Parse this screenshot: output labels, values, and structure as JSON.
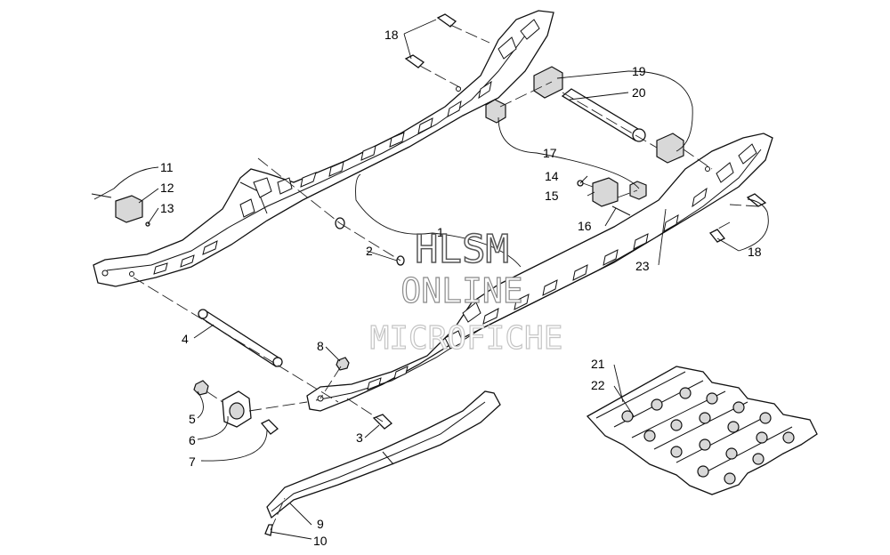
{
  "watermark": {
    "line1": "HLSM",
    "line2": "ONLINE",
    "line3": "MICROFICHE"
  },
  "callouts": [
    {
      "id": "c1",
      "text": "1"
    },
    {
      "id": "c2",
      "text": "2"
    },
    {
      "id": "c3",
      "text": "3"
    },
    {
      "id": "c4",
      "text": "4"
    },
    {
      "id": "c5",
      "text": "5"
    },
    {
      "id": "c6",
      "text": "6"
    },
    {
      "id": "c7",
      "text": "7"
    },
    {
      "id": "c8",
      "text": "8"
    },
    {
      "id": "c9",
      "text": "9"
    },
    {
      "id": "c10",
      "text": "10"
    },
    {
      "id": "c11",
      "text": "11"
    },
    {
      "id": "c12",
      "text": "12"
    },
    {
      "id": "c13",
      "text": "13"
    },
    {
      "id": "c14",
      "text": "14"
    },
    {
      "id": "c15",
      "text": "15"
    },
    {
      "id": "c16",
      "text": "16"
    },
    {
      "id": "c17",
      "text": "17"
    },
    {
      "id": "c18a",
      "text": "18"
    },
    {
      "id": "c18b",
      "text": "18"
    },
    {
      "id": "c19",
      "text": "19"
    },
    {
      "id": "c20",
      "text": "20"
    },
    {
      "id": "c21",
      "text": "21"
    },
    {
      "id": "c22",
      "text": "22"
    },
    {
      "id": "c23",
      "text": "23"
    }
  ]
}
